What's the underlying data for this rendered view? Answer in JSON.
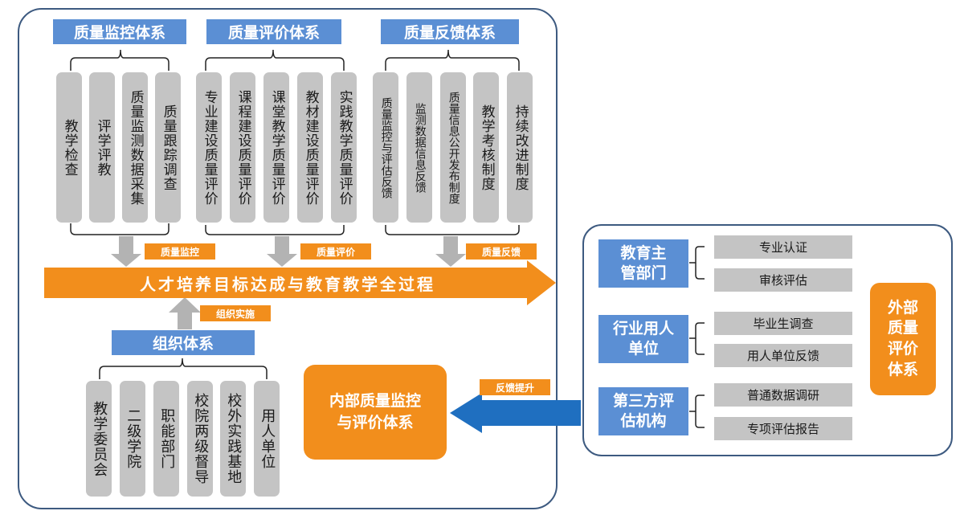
{
  "monitor": {
    "title": "质量监控体系",
    "items": [
      "教学检查",
      "评学评教",
      "质量监测数据采集",
      "质量跟踪调查"
    ],
    "flow_label": "质量监控"
  },
  "evaluation": {
    "title": "质量评价体系",
    "items": [
      "专业建设质量评价",
      "课程建设质量评价",
      "课堂教学质量评价",
      "教材建设质量评价",
      "实践教学质量评价"
    ],
    "flow_label": "质量评价"
  },
  "feedback": {
    "title": "质量反馈体系",
    "items": [
      "质量监控与评估反馈",
      "监测数据信息反馈",
      "质量信息公开发布制度",
      "教学考核制度",
      "持续改进制度"
    ],
    "flow_label": "质量反馈"
  },
  "main_arrow": "人才培养目标达成与教育教学全过程",
  "organization": {
    "flow_label": "组织实施",
    "title": "组织体系",
    "items": [
      "教学委员会",
      "二级学院",
      "职能部门",
      "校院两级督导",
      "校外实践基地",
      "用人单位"
    ]
  },
  "internal_system": "内部质量监控与评价体系",
  "feedback_arrow_label": "反馈提升",
  "external": {
    "title": "外部质量评价体系",
    "groups": [
      {
        "name": "教育主管部门",
        "items": [
          "专业认证",
          "审核评估"
        ]
      },
      {
        "name": "行业用人单位",
        "items": [
          "毕业生调查",
          "用人单位反馈"
        ]
      },
      {
        "name": "第三方评估机构",
        "items": [
          "普通数据调研",
          "专项评估报告"
        ]
      }
    ]
  },
  "colors": {
    "blue": "#5b8fd4",
    "orange": "#f28e1c",
    "gray": "#c4c4c4",
    "border": "#3d5a80",
    "arrow_blue": "#1f6fc0"
  }
}
